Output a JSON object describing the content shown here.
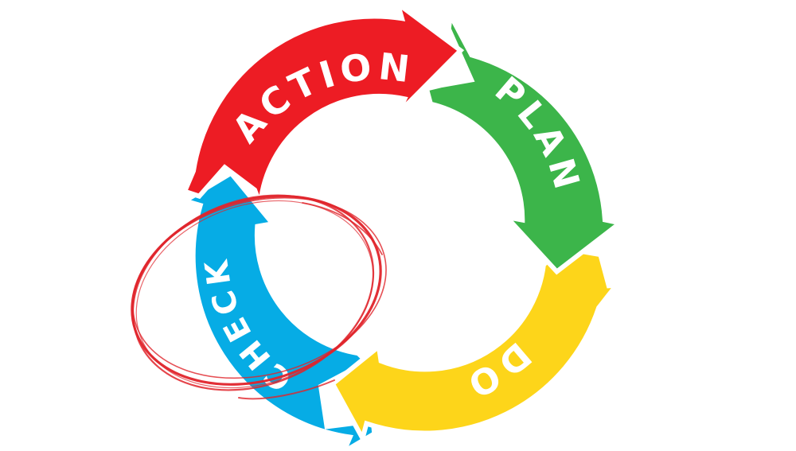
{
  "diagram": {
    "stages": [
      {
        "id": "plan",
        "label": "PLAN",
        "color": "#3cb54a"
      },
      {
        "id": "do",
        "label": "DO",
        "color": "#fdd51a"
      },
      {
        "id": "check",
        "label": "CHECK",
        "color": "#06ace5"
      },
      {
        "id": "action",
        "label": "ACTION",
        "color": "#ed1c24"
      }
    ],
    "highlight": {
      "target": "check",
      "color": "#e0242b",
      "style": "hand-drawn circle"
    },
    "label_color": "#ffffff",
    "background": "#ffffff"
  }
}
